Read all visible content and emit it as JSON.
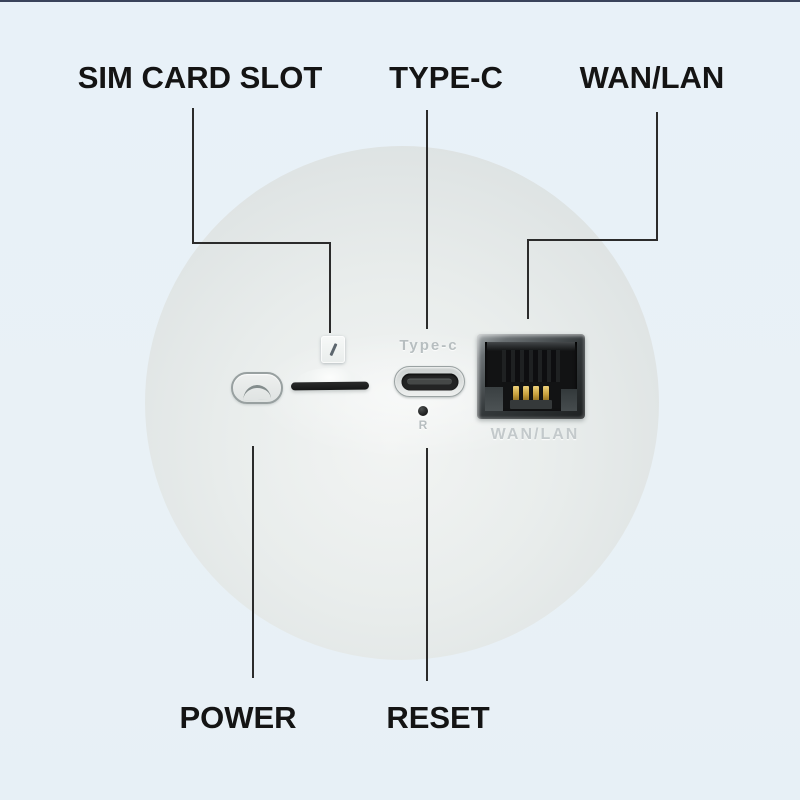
{
  "annotations": {
    "sim_card_slot": "SIM CARD SLOT",
    "type_c": "TYPE-C",
    "wan_lan": "WAN/LAN",
    "power": "POWER",
    "reset": "RESET"
  },
  "device": {
    "type_c_port_text": "Type-c",
    "reset_pinhole_text": "R",
    "ethernet_port_text": "WAN/LAN"
  },
  "icons": {
    "sim_card_icon": "sim-card-icon",
    "power_button_mark": "crescent-line-icon"
  },
  "colors": {
    "background": "#e9f1f8",
    "top_strip": "#1b2440",
    "device_body": "#e2e6e5",
    "annotation_text": "#141414",
    "leader_line": "#2b2b2b",
    "embossed_text": "#b7bec0",
    "port_cavity": "#17181a",
    "pin_gold": "#c9a23f"
  }
}
